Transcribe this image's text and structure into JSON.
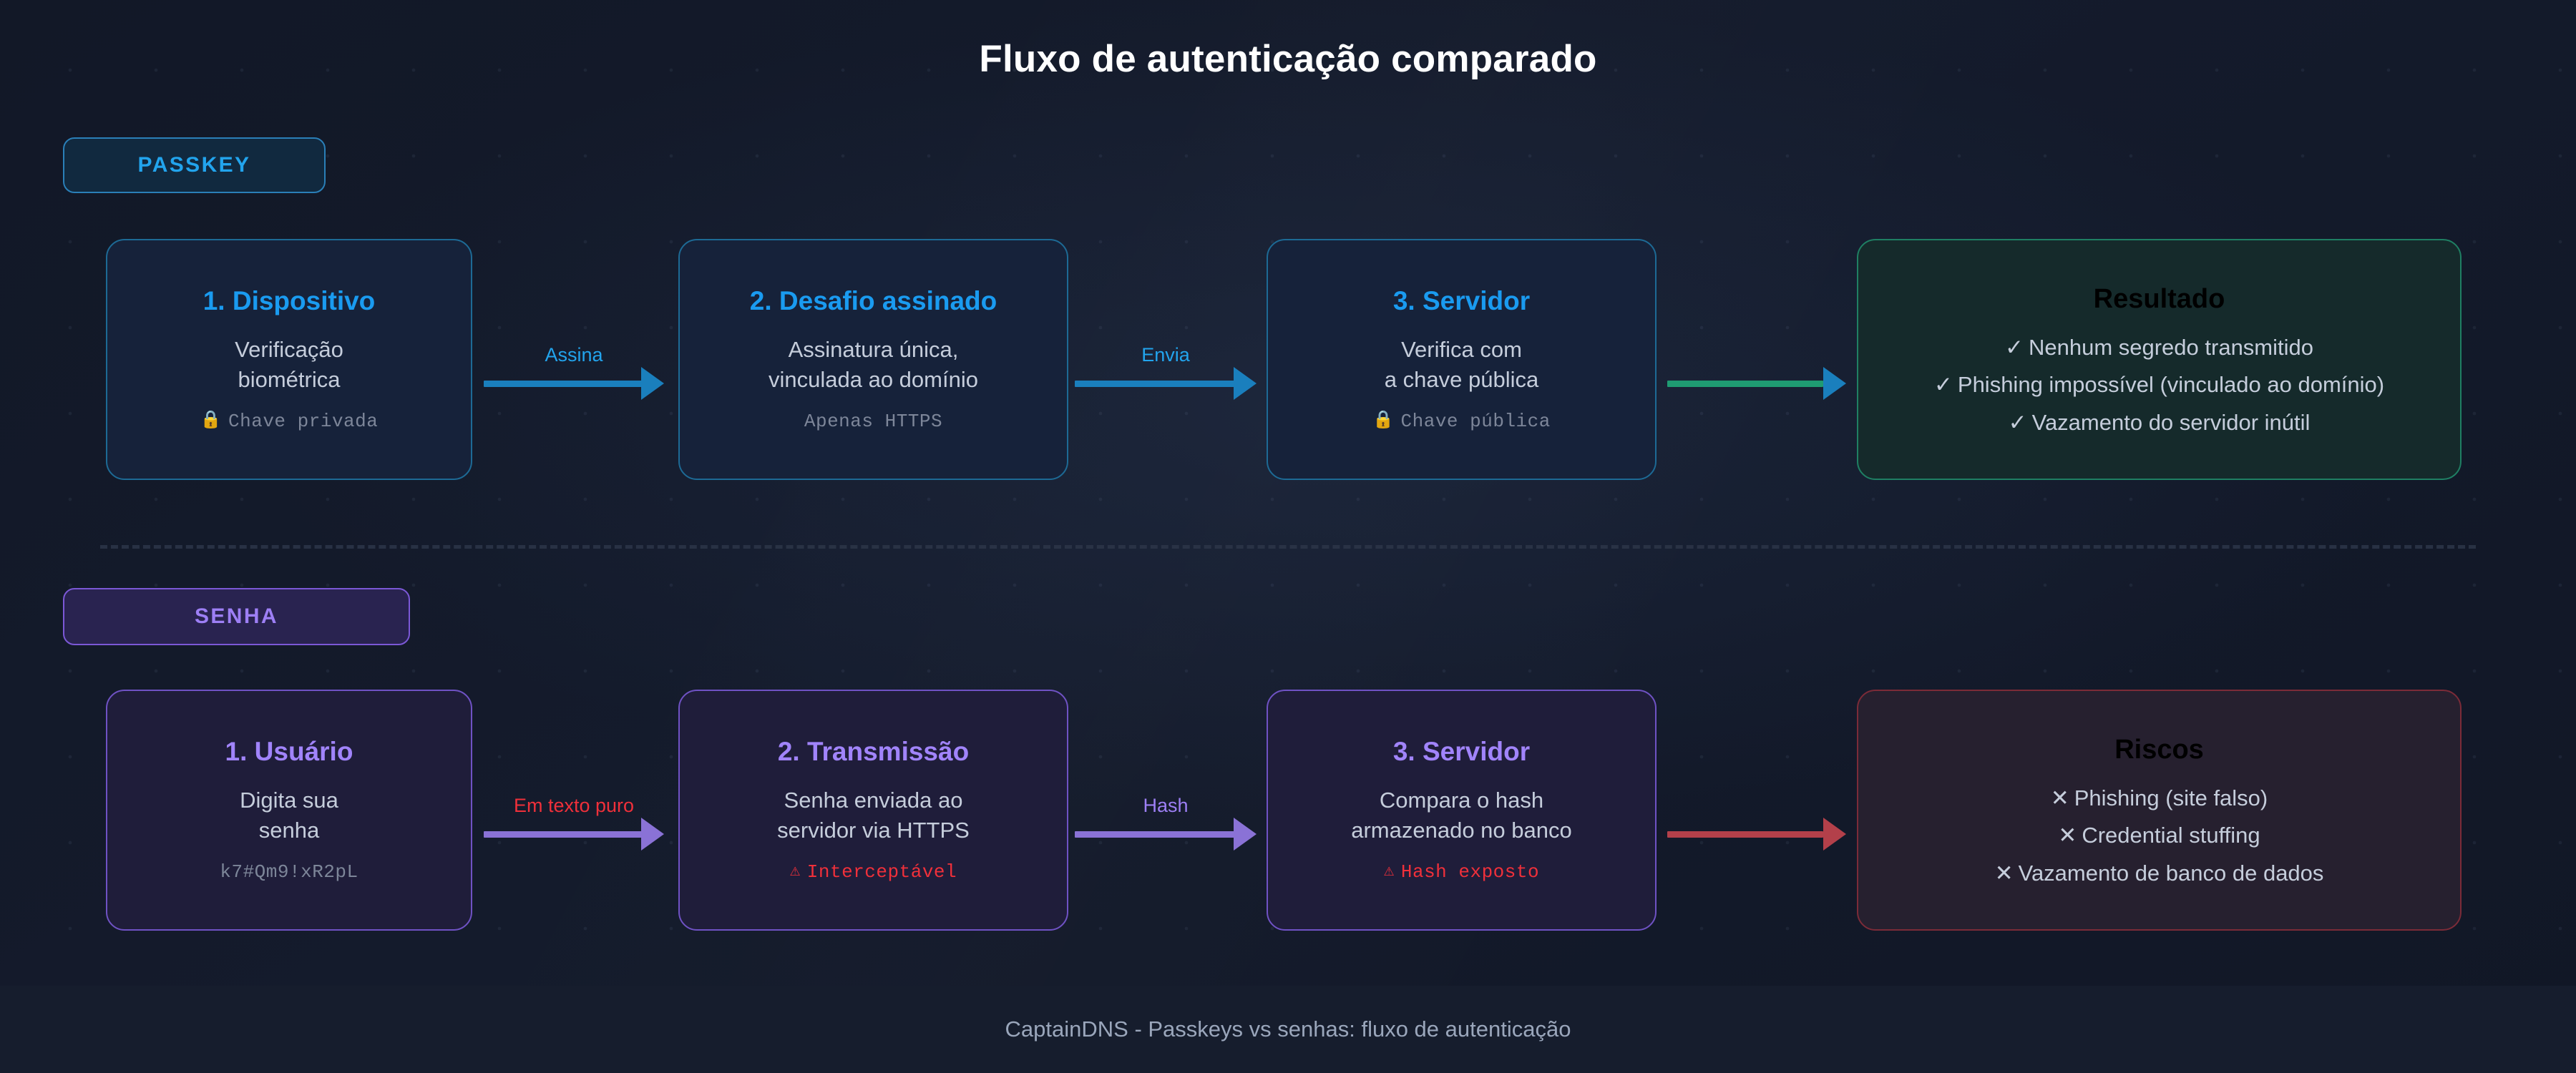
{
  "page": {
    "title": "Fluxo de autenticação comparado",
    "footer": "CaptainDNS - Passkeys vs senhas: fluxo de autenticação"
  },
  "colors": {
    "background": "#131a2a",
    "passkey_accent": "#22a4ed",
    "password_accent": "#9d7ff5",
    "success": "#16e38b",
    "danger": "#fb2a2a",
    "muted_text": "#c5cddb",
    "footer_bar": "#161d2d"
  },
  "passkey_row": {
    "badge": "PASSKEY",
    "cards": [
      {
        "title": "1. Dispositivo",
        "body": "Verificação\nbiométrica",
        "note": "Chave privada",
        "note_icon": "lock-icon",
        "note_icon_glyph": "🔒",
        "note_tone": "muted"
      },
      {
        "title": "2. Desafio assinado",
        "body": "Assinatura única,\nvinculada ao domínio",
        "note": "Apenas HTTPS",
        "note_icon": "",
        "note_icon_glyph": "",
        "note_tone": "muted"
      },
      {
        "title": "3. Servidor",
        "body": "Verifica com\na chave pública",
        "note": "Chave pública",
        "note_icon": "lock-icon",
        "note_icon_glyph": "🔒",
        "note_tone": "muted"
      }
    ],
    "arrows": [
      {
        "label": "Assina",
        "color": "#1a7fbd"
      },
      {
        "label": "Envia",
        "color": "#1a7fbd"
      },
      {
        "label": "",
        "color": "#1f9b72",
        "head_color": "#1a7fbd"
      }
    ],
    "outcome": {
      "title": "Resultado",
      "mark": "✓",
      "items": [
        "Nenhum segredo transmitido",
        "Phishing impossível (vinculado ao domínio)",
        "Vazamento do servidor inútil"
      ]
    }
  },
  "password_row": {
    "badge": "SENHA",
    "cards": [
      {
        "title": "1. Usuário",
        "body": "Digita sua\nsenha",
        "note": "k7#Qm9!xR2pL",
        "note_icon": "",
        "note_icon_glyph": "",
        "note_tone": "muted"
      },
      {
        "title": "2. Transmissão",
        "body": "Senha enviada ao\nservidor via HTTPS",
        "note": "Interceptável",
        "note_icon": "warning-icon",
        "note_icon_glyph": "⚠",
        "note_tone": "danger"
      },
      {
        "title": "3. Servidor",
        "body": "Compara o hash\narmazenado no banco",
        "note": "Hash exposto",
        "note_icon": "warning-icon",
        "note_icon_glyph": "⚠",
        "note_tone": "danger"
      }
    ],
    "arrows": [
      {
        "label": "Em texto puro",
        "color": "#8a72d6"
      },
      {
        "label": "Hash",
        "color": "#8a72d6"
      },
      {
        "label": "",
        "color": "#b3404a"
      }
    ],
    "outcome": {
      "title": "Riscos",
      "mark": "✕",
      "items": [
        "Phishing (site falso)",
        "Credential stuffing",
        "Vazamento de banco de dados"
      ]
    }
  }
}
